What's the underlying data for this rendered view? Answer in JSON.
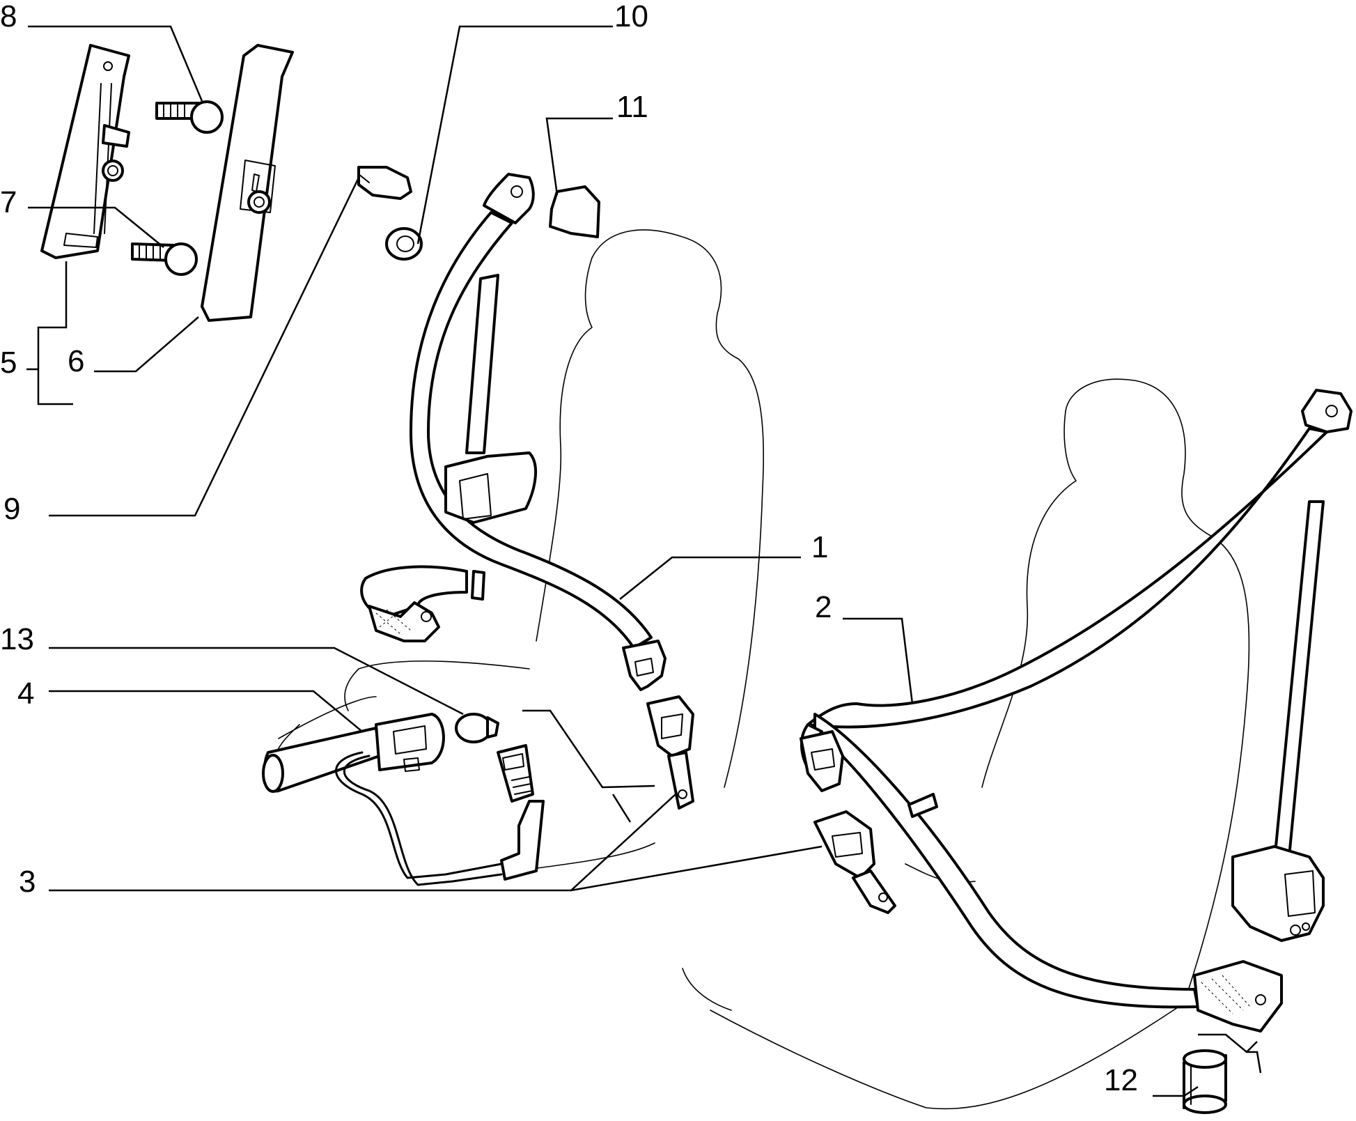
{
  "callouts": [
    {
      "id": "1",
      "label": "1",
      "part": "front-seat-belt-left"
    },
    {
      "id": "2",
      "label": "2",
      "part": "front-seat-belt-right"
    },
    {
      "id": "3",
      "label": "3",
      "part": "buckle-tongue"
    },
    {
      "id": "4",
      "label": "4",
      "part": "buckle-with-wiring"
    },
    {
      "id": "5",
      "label": "5",
      "part": "height-adjuster"
    },
    {
      "id": "6",
      "label": "6",
      "part": "adjuster-cover"
    },
    {
      "id": "7",
      "label": "7",
      "part": "lower-bolt"
    },
    {
      "id": "8",
      "label": "8",
      "part": "upper-bolt"
    },
    {
      "id": "9",
      "label": "9",
      "part": "guide-cap"
    },
    {
      "id": "10",
      "label": "10",
      "part": "spacer"
    },
    {
      "id": "11",
      "label": "11",
      "part": "anchor-cover"
    },
    {
      "id": "12",
      "label": "12",
      "part": "spacer-bushing"
    },
    {
      "id": "13",
      "label": "13",
      "part": "buckle-cap"
    }
  ]
}
